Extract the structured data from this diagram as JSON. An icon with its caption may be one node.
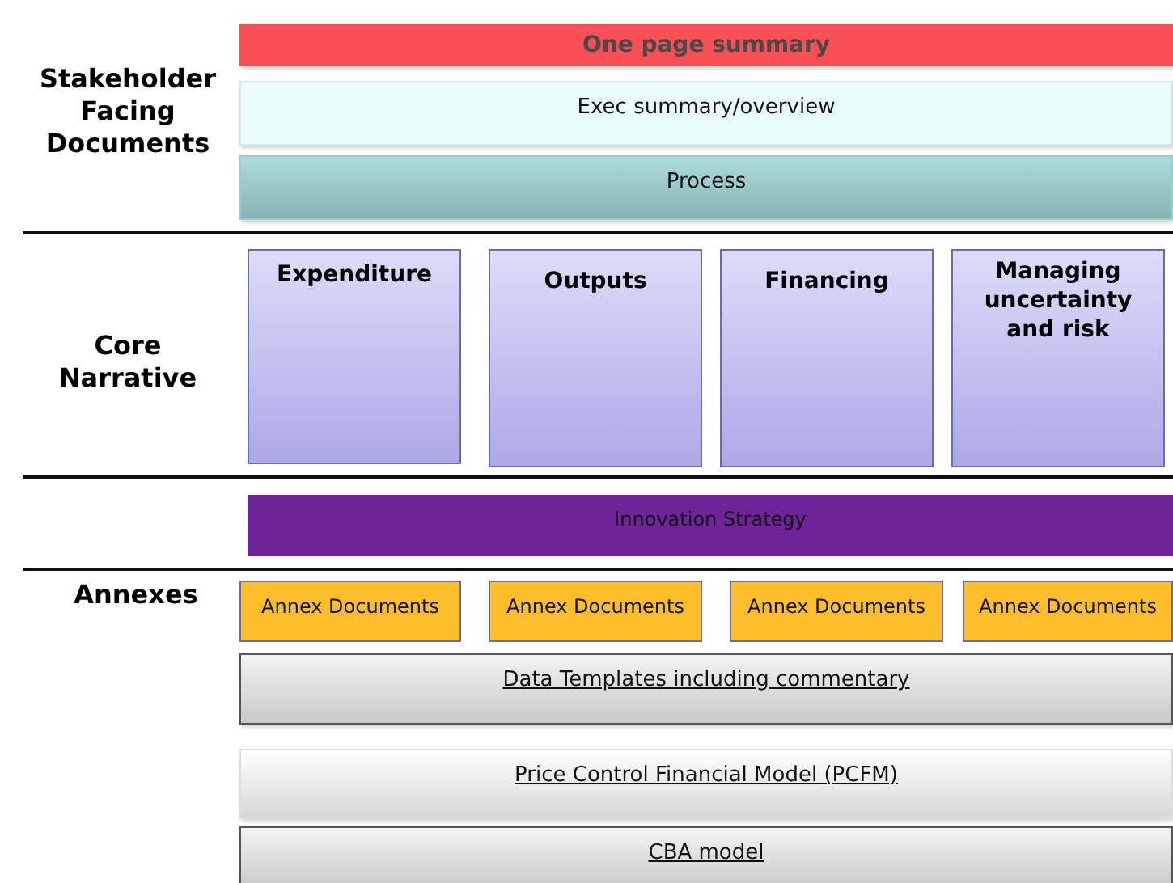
{
  "diagram": {
    "nodes": [
      {
        "text": [
          "One page summary"
        ]
      },
      {
        "text": [
          "Exec summary/overview"
        ]
      },
      {
        "text": [
          "Process"
        ]
      },
      {
        "text": [
          "Expenditure"
        ]
      },
      {
        "text": [
          "Outputs"
        ]
      },
      {
        "text": [
          "Financing"
        ]
      },
      {
        "text": [
          "Managing uncertainty and risk"
        ]
      },
      {
        "text": [
          "Innovation Strategy"
        ]
      },
      {
        "text": [
          "Annex Documents"
        ]
      },
      {
        "text": [
          "Annex Documents"
        ]
      },
      {
        "text": [
          "Annex Documents"
        ]
      },
      {
        "text": [
          "Annex Documents"
        ]
      },
      {
        "text": [
          "Data Templates including commentary"
        ]
      },
      {
        "text": [
          "Price Control Financial Model (PCFM)"
        ]
      },
      {
        "text": [
          "CBA model"
        ]
      }
    ],
    "edges": [],
    "labels": [
      "Stakeholder Facing Documents",
      "Core Narrative",
      "Annexes"
    ]
  }
}
